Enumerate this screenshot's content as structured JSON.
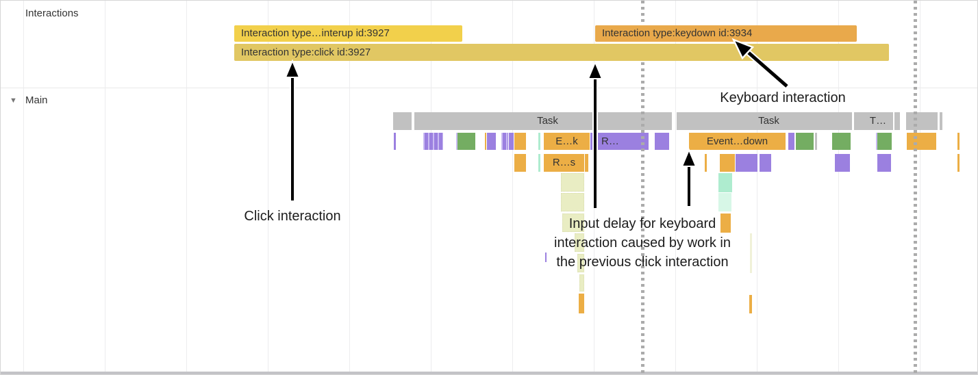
{
  "tracks": {
    "interactions_label": "Interactions",
    "main_label": "Main",
    "collapse_icon": "▼"
  },
  "interaction_bars": {
    "pointerup": "Interaction type…interup id:3927",
    "click": "Interaction type:click id:3927",
    "keydown": "Interaction type:keydown id:3934"
  },
  "flame_labels": {
    "task1": "Task",
    "task2": "Task",
    "task3": "T…",
    "e_k": "E…k",
    "r1": "R…",
    "r_s": "R…s",
    "event_down": "Event…down"
  },
  "annotations": {
    "click": "Click interaction",
    "keyboard": "Keyboard interaction",
    "input_delay": [
      "Input delay for keyboard",
      "interaction caused by work in",
      "the previous click interaction"
    ]
  },
  "colors": {
    "interaction_pointerup_yellow": "#f2d04b",
    "interaction_click_yellow": "#e1c763",
    "interaction_keydown_orange": "#e9a94b",
    "flame_orange": "#ecae45",
    "flame_purple": "#9b80e0",
    "flame_purple_light": "#cabcf2",
    "flame_green": "#74ad62",
    "flame_mint": "#aeeccf",
    "flame_pale": "#e9edc3",
    "task_gray": "#c1c1c1",
    "annotation_black": "#1c1c1c",
    "dotted_guideline_gray": "#ababab"
  }
}
